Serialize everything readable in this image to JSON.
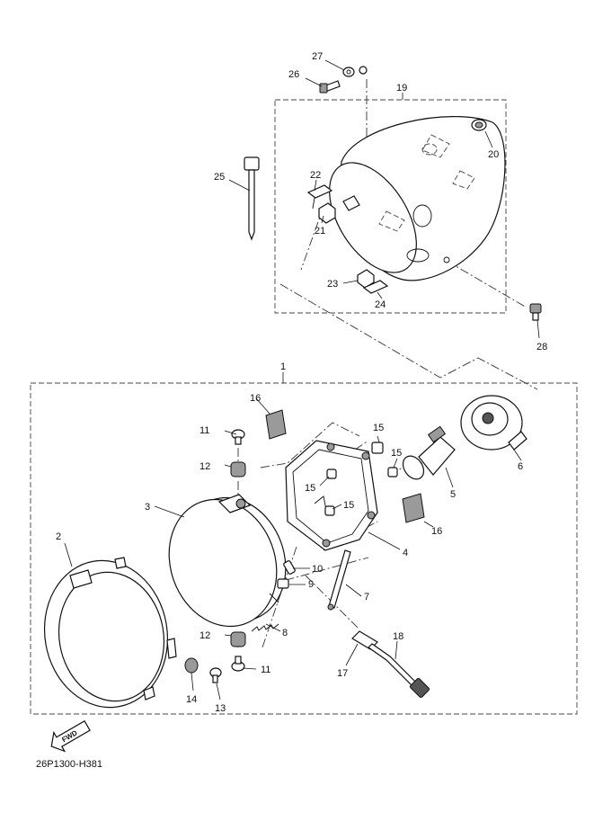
{
  "callouts": [
    {
      "id": "1",
      "text": "1"
    },
    {
      "id": "2",
      "text": "2"
    },
    {
      "id": "3",
      "text": "3"
    },
    {
      "id": "4",
      "text": "4"
    },
    {
      "id": "5",
      "text": "5"
    },
    {
      "id": "6",
      "text": "6"
    },
    {
      "id": "7",
      "text": "7"
    },
    {
      "id": "8",
      "text": "8"
    },
    {
      "id": "9",
      "text": "9"
    },
    {
      "id": "10",
      "text": "10"
    },
    {
      "id": "11a",
      "text": "11"
    },
    {
      "id": "11b",
      "text": "11"
    },
    {
      "id": "12a",
      "text": "12"
    },
    {
      "id": "12b",
      "text": "12"
    },
    {
      "id": "13",
      "text": "13"
    },
    {
      "id": "14",
      "text": "14"
    },
    {
      "id": "15a",
      "text": "15"
    },
    {
      "id": "15b",
      "text": "15"
    },
    {
      "id": "15c",
      "text": "15"
    },
    {
      "id": "15d",
      "text": "15"
    },
    {
      "id": "16a",
      "text": "16"
    },
    {
      "id": "16b",
      "text": "16"
    },
    {
      "id": "17",
      "text": "17"
    },
    {
      "id": "18",
      "text": "18"
    },
    {
      "id": "19",
      "text": "19"
    },
    {
      "id": "20",
      "text": "20"
    },
    {
      "id": "21",
      "text": "21"
    },
    {
      "id": "22",
      "text": "22"
    },
    {
      "id": "23",
      "text": "23"
    },
    {
      "id": "24",
      "text": "24"
    },
    {
      "id": "25",
      "text": "25"
    },
    {
      "id": "26",
      "text": "26"
    },
    {
      "id": "27",
      "text": "27"
    },
    {
      "id": "28",
      "text": "28"
    }
  ],
  "direction_arrow": {
    "text": "FWD",
    "icon": "forward-arrow-icon"
  },
  "diagram_code": "26P1300-H381"
}
